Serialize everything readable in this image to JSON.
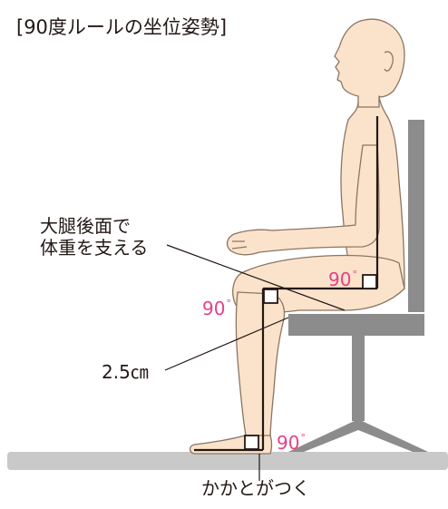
{
  "title": "[90度ルールの坐位姿勢]",
  "labels": {
    "thigh_support": [
      "大腿後面で",
      "体重を支える"
    ],
    "gap": "2.5㎝",
    "heel": "かかとがつく"
  },
  "angles": {
    "knee": "90",
    "hip": "90",
    "ankle": "90",
    "unit": "°"
  },
  "colors": {
    "skin": "#fbe3cb",
    "skin_outline": "#8a7565",
    "chair": "#8c8c8c",
    "floor": "#c9c9c9",
    "angle_label": "#e4418a",
    "guide_line": "#231815"
  }
}
